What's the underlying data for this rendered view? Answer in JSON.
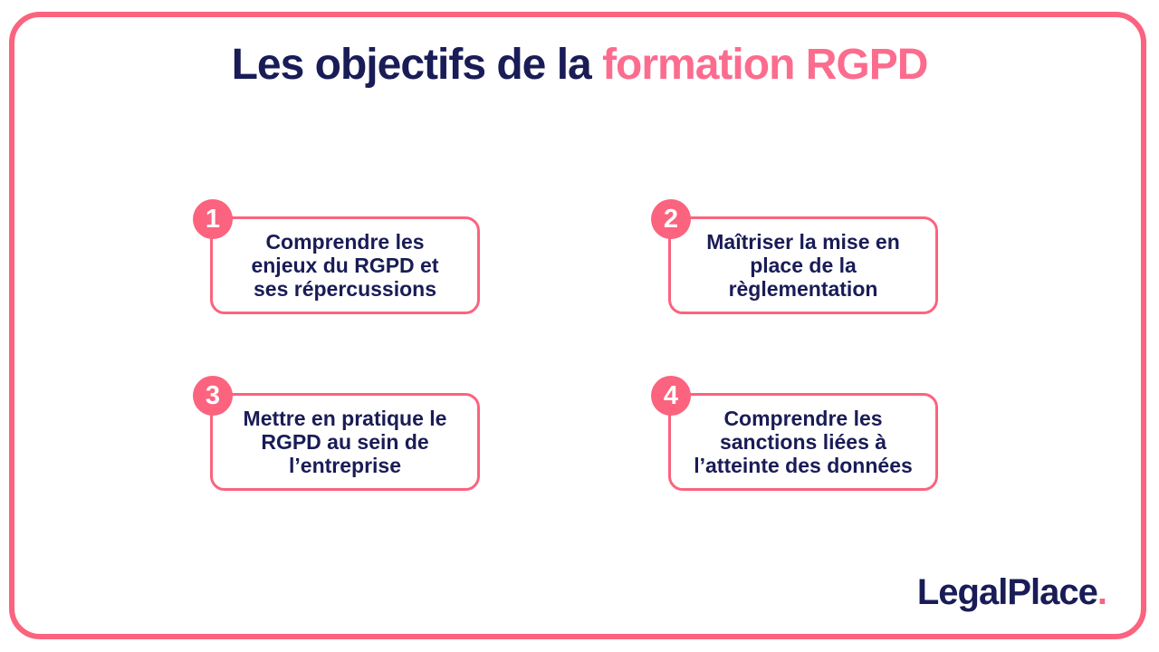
{
  "title": {
    "prefix": "Les objectifs de la ",
    "accent": "formation RGPD"
  },
  "objectives": [
    {
      "number": "1",
      "lines": [
        "Comprendre les",
        "enjeux du RGPD et",
        "ses répercussions"
      ]
    },
    {
      "number": "2",
      "lines": [
        "Maîtriser la mise en",
        "place de la",
        "règlementation"
      ]
    },
    {
      "number": "3",
      "lines": [
        "Mettre en pratique le",
        "RGPD au sein de",
        "l’entreprise"
      ]
    },
    {
      "number": "4",
      "lines": [
        "Comprendre les",
        "sanctions liées à",
        "l’atteinte des données"
      ]
    }
  ],
  "logo": {
    "text": "LegalPlace",
    "dot": "."
  },
  "colors": {
    "navy": "#191c56",
    "pink": "#fb637e",
    "title_accent": "#fc6c8e",
    "background": "#ffffff"
  }
}
